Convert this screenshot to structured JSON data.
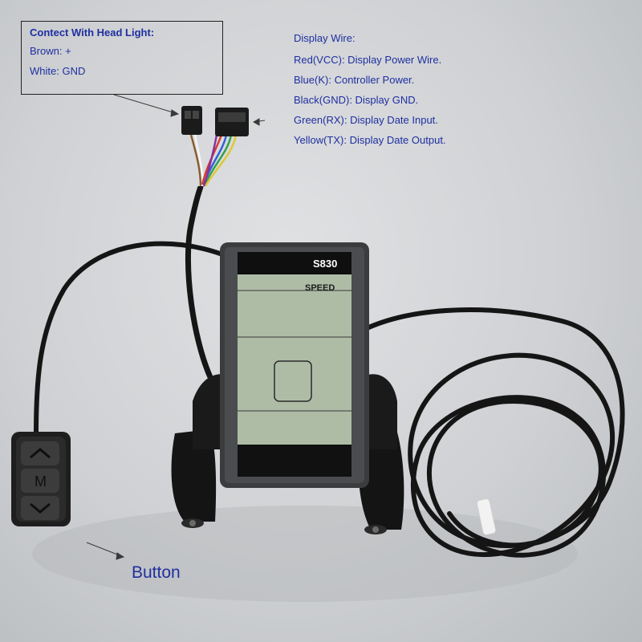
{
  "headlight": {
    "title": "Contect With Head Light:",
    "brown": "Brown: +",
    "white": "White: GND"
  },
  "display_wire": {
    "title": "Display Wire:",
    "items": [
      {
        "label": "Red(VCC): Display Power Wire.",
        "color": "#d63a2f"
      },
      {
        "label": "Blue(K): Controller Power.",
        "color": "#2f5fd6"
      },
      {
        "label": "Black(GND): Display GND.",
        "color": "#1a1a1a"
      },
      {
        "label": "Green(RX): Display Date Input.",
        "color": "#2fa04a"
      },
      {
        "label": "Yellow(TX): Display Date Output.",
        "color": "#e0c62f"
      }
    ]
  },
  "display": {
    "model": "S830",
    "label": "SPEED",
    "lcd_color": "#aebca6",
    "bezel_color": "#3a3c3e"
  },
  "button": {
    "label": "Button",
    "keys": [
      "up-chevron-icon",
      "mode-m-icon",
      "down-chevron-icon"
    ]
  },
  "accent_color": "#1f2fa0"
}
